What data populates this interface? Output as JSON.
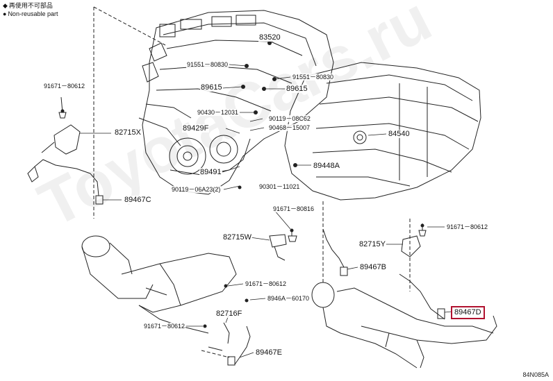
{
  "legend": {
    "symbol_not_reusable": "◆",
    "jp_text": "再使用不可部品",
    "symbol_filled": "●",
    "en_text": "Non-reusable part"
  },
  "watermark": "ToyotaCars.ru",
  "diagram_code": "84N085A",
  "highlight_color": "#b0112e",
  "labels": {
    "p_83520": "83520",
    "p_91551_80830_a": "91551－80830",
    "p_91551_80830_b": "91551－80830",
    "p_89615_a": "89615",
    "p_89615_b": "89615",
    "p_91671_80612_tl": "91671－80612",
    "p_90430_12031": "90430－12031",
    "p_90119_08C62": "90119－08C62",
    "p_90468_15007": "90468－15007",
    "p_82715X": "82715X",
    "p_89429F": "89429F",
    "p_84540": "84540",
    "p_89491": "89491",
    "p_89448A": "89448A",
    "p_90119_06A23": "90119－06A23(2)",
    "p_90301_11021": "90301－11021",
    "p_89467C": "89467C",
    "p_91671_80816": "91671－80816",
    "p_91671_80612_r": "91671－80612",
    "p_82715W": "82715W",
    "p_82715Y": "82715Y",
    "p_89467B": "89467B",
    "p_91671_80612_m": "91671－80612",
    "p_8946A_60170": "8946A－60170",
    "p_82716F": "82716F",
    "p_91671_80612_bl": "91671－80612",
    "p_89467E": "89467E",
    "p_89467D": "89467D"
  }
}
